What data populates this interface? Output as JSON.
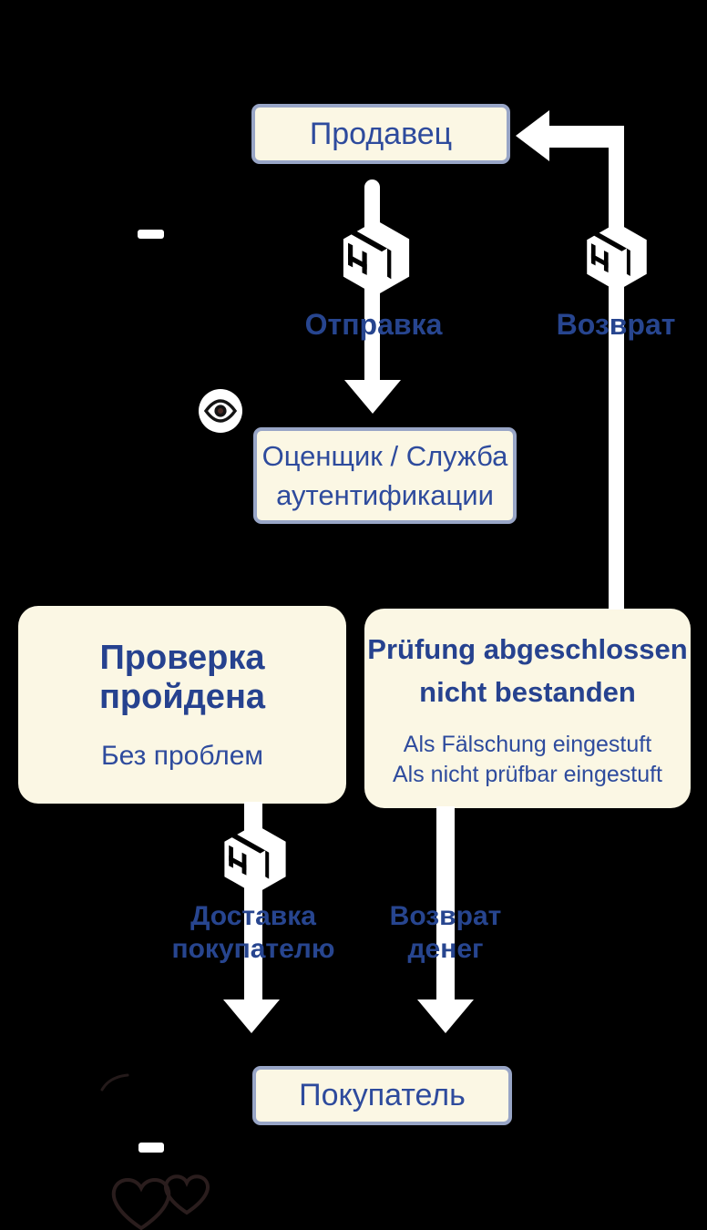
{
  "canvas": {
    "background": "#000000",
    "box_background": "#FBF7E4",
    "box_border": "#98A5C6",
    "text_regular": "#2E4B9D",
    "text_bold": "#26428F",
    "arrow_color": "#FFFFFF"
  },
  "nodes": {
    "seller": {
      "label": "Продавец"
    },
    "authenticator": {
      "line1": "Оценщик / Служба",
      "line2": "аутентификации"
    },
    "passed": {
      "title": "Проверка пройдена",
      "subtitle": "Без проблем"
    },
    "failed": {
      "title_line1": "Prüfung abgeschlossen",
      "title_line2": "nicht bestanden",
      "body_line1": "Als Fälschung eingestuft",
      "body_line2": "Als nicht prüfbar eingestuft"
    },
    "buyer": {
      "label": "Покупатель"
    }
  },
  "edges": {
    "shipping": {
      "label": "Отправка"
    },
    "return": {
      "label": "Возврат"
    },
    "delivery": {
      "label_line1": "Доставка",
      "label_line2": "покупателю"
    },
    "refund": {
      "label_line1": "Возврат",
      "label_line2": "денег"
    }
  },
  "icons": {
    "package": "package-icon",
    "eye": "eye-icon",
    "hearts": "hearts-icon"
  }
}
